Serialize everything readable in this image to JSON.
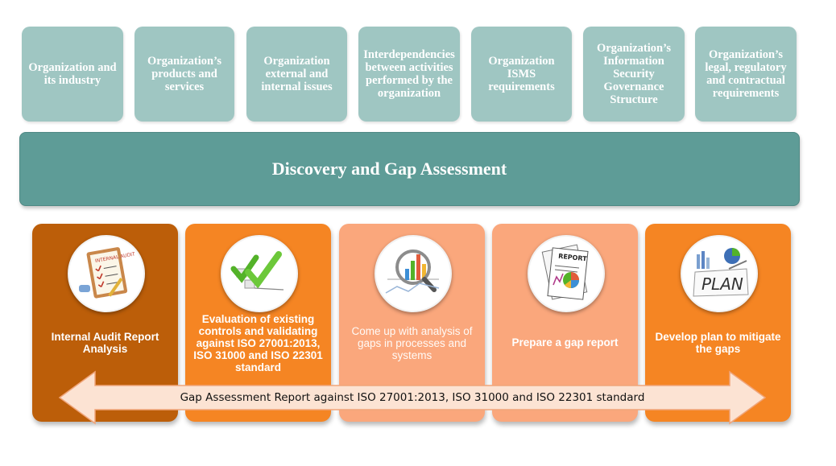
{
  "context_boxes": [
    "Organization and its industry",
    "Organization’s products and services",
    "Organization external and internal issues",
    "Interdependencies between activities performed by the organization",
    "Organization ISMS requirements",
    "Organization’s Information Security Governance Structure",
    "Organization’s legal, regulatory and contractual requirements"
  ],
  "banner": {
    "title": "Discovery and Gap Assessment"
  },
  "steps": [
    {
      "label": "Internal Audit Report Analysis",
      "icon": "clipboard-audit-icon",
      "icon_text": "INTERNAL AUDIT"
    },
    {
      "label": "Evaluation of existing controls and validating against ISO 27001:2013, ISO 31000 and ISO 22301 standard",
      "icon": "checkmarks-icon"
    },
    {
      "label": "Come up with analysis of gaps in processes and systems",
      "icon": "magnifier-chart-icon"
    },
    {
      "label": "Prepare a gap report",
      "icon": "report-icon",
      "icon_text": "REPORT"
    },
    {
      "label": "Develop plan to mitigate the gaps",
      "icon": "plan-icon",
      "icon_text": "PLAN"
    }
  ],
  "arrow": {
    "label": "Gap Assessment Report against ISO 27001:2013, ISO 31000 and ISO 22301 standard"
  },
  "colors": {
    "context_box": "#9fc6c2",
    "banner": "#5e9c97",
    "step_dark": "#bc5e09",
    "step_orange": "#f58523",
    "step_light": "#faa77c",
    "arrow_fill": "#fce3d3"
  }
}
